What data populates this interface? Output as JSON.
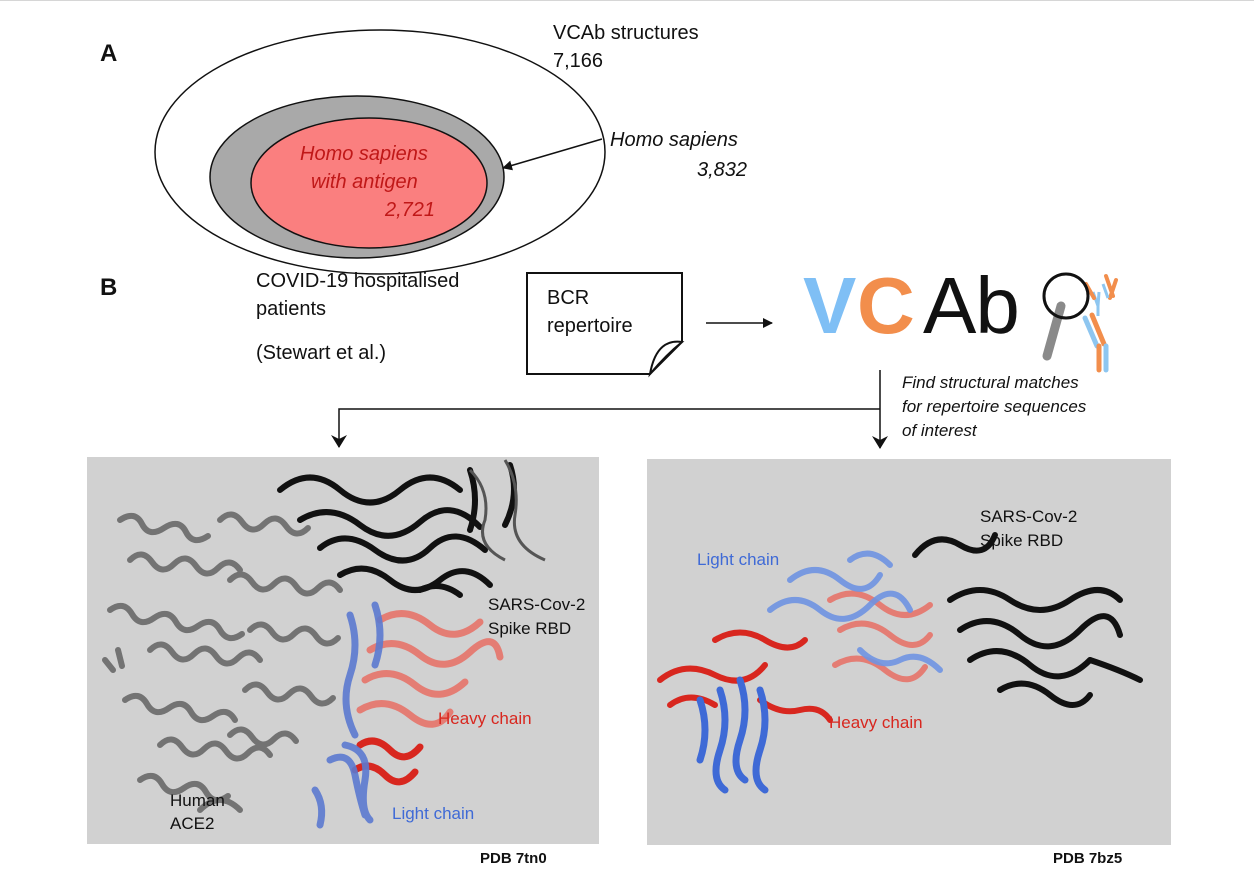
{
  "panel_a": {
    "label": "A",
    "vcab_title": "VCAb structures",
    "vcab_count": "7,166",
    "homo_title": "Homo sapiens",
    "homo_count": "3,832",
    "antigen_line1": "Homo sapiens",
    "antigen_line2": "with antigen",
    "antigen_count": "2,721"
  },
  "panel_b": {
    "label": "B",
    "source_line1": "COVID-19 hospitalised",
    "source_line2": "patients",
    "source_ref": "(Stewart et al.)",
    "doc_line1": "BCR",
    "doc_line2": "repertoire",
    "logo_v": "V",
    "logo_c": "C",
    "logo_ab": "Ab",
    "find_line1": "Find structural matches",
    "find_line2": "for repertoire sequences",
    "find_line3": "of interest"
  },
  "structure_left": {
    "pdb": "PDB 7tn0",
    "spike_line1": "SARS-Cov-2",
    "spike_line2": "Spike RBD",
    "heavy": "Heavy chain",
    "light": "Light chain",
    "ace_line1": "Human",
    "ace_line2": "ACE2"
  },
  "structure_right": {
    "pdb": "PDB 7bz5",
    "spike_line1": "SARS-Cov-2",
    "spike_line2": "Spike RBD",
    "heavy": "Heavy chain",
    "light": "Light chain"
  },
  "colors": {
    "outer_ellipse": "#ffffff",
    "middle_ellipse": "#a9a9a9",
    "inner_ellipse": "#fa7f7f",
    "panel_bg": "#d1d1d1",
    "logo_v": "#7fbff5",
    "logo_c": "#f28e4c",
    "heavy": "#d8271f",
    "light": "#3f6ad6",
    "antigen": "#111111",
    "ace2": "#6f6f6f"
  }
}
